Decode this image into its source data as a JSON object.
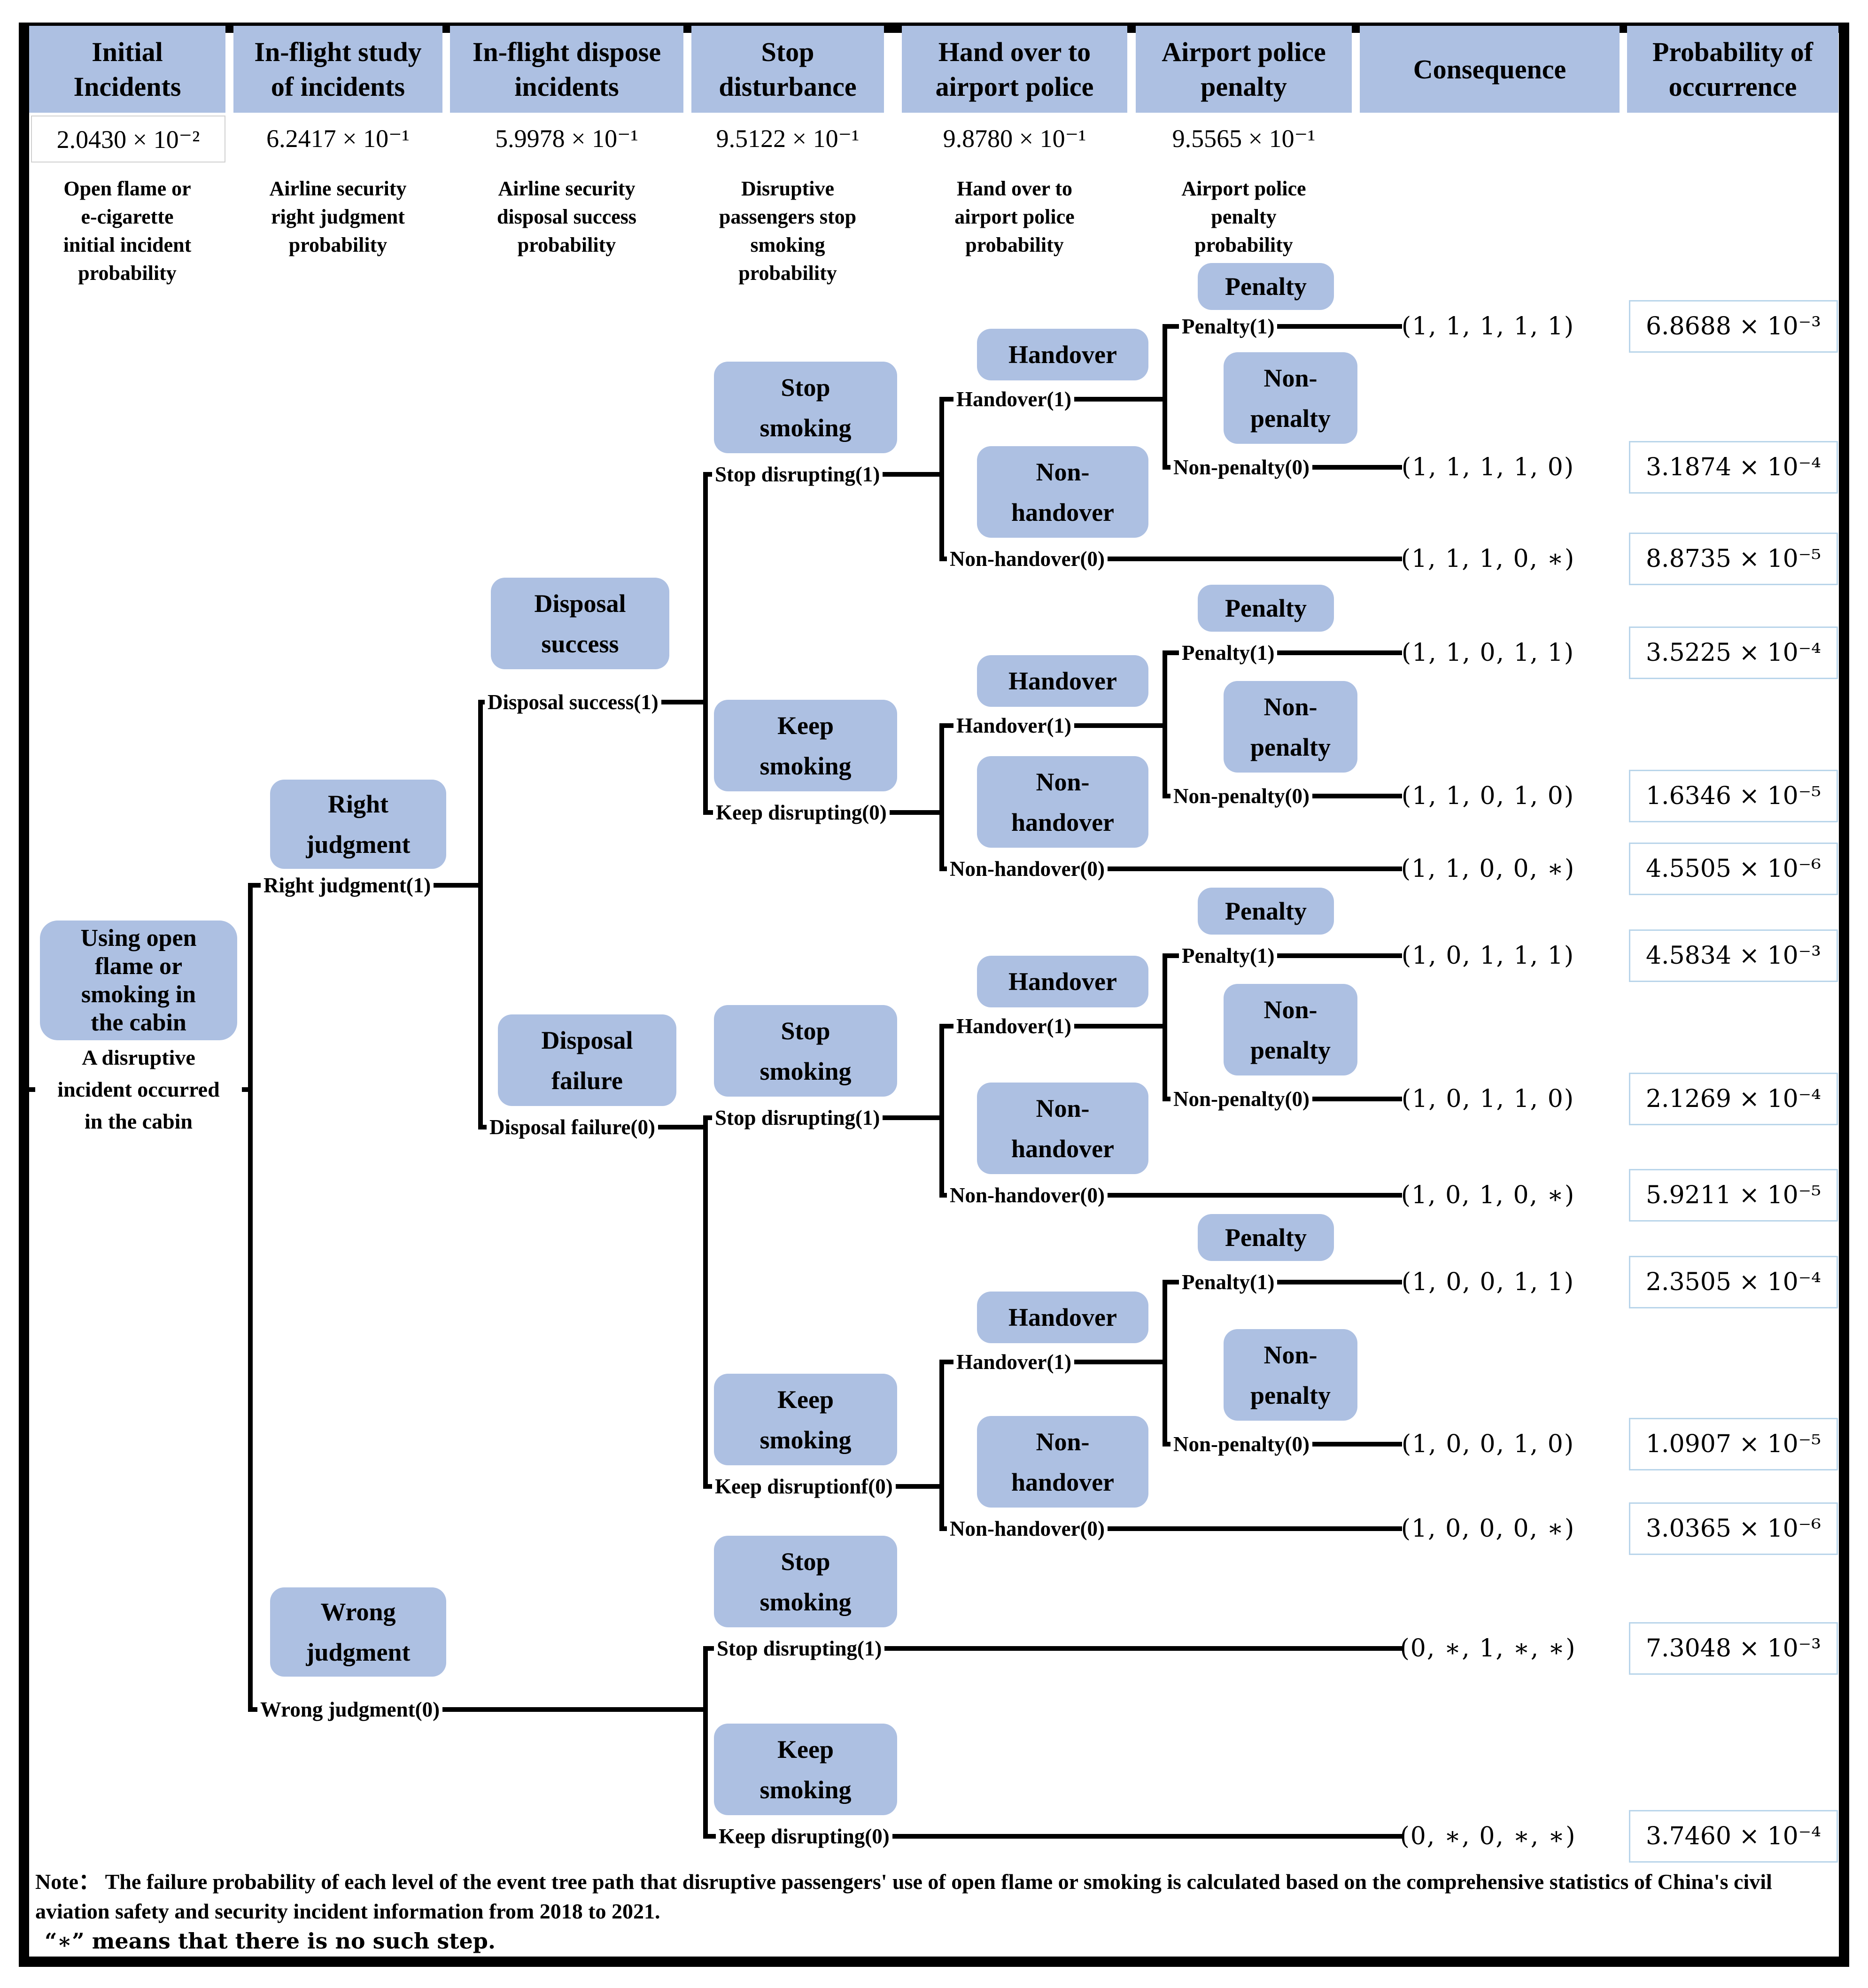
{
  "colors": {
    "pill_fill": "#adc0e2",
    "line": "#000000",
    "probability_box_border": "#b9d5ea",
    "value_box_border": "#d0d0d0"
  },
  "header": {
    "columns": [
      "Initial\nIncidents",
      "In-flight study\nof incidents",
      "In-flight dispose\nincidents",
      "Stop\ndisturbance",
      "Hand over to\nairport police",
      "Airport police\npenalty",
      "Consequence",
      "Probability of\noccurrence"
    ]
  },
  "levels": {
    "values": [
      "2.0430 × 10⁻²",
      "6.2417 × 10⁻¹",
      "5.9978 × 10⁻¹",
      "9.5122 × 10⁻¹",
      "9.8780 × 10⁻¹",
      "9.5565 × 10⁻¹"
    ],
    "descriptions": [
      "Open flame or\ne-cigarette\ninitial incident\nprobability",
      "Airline security\nright judgment\nprobability",
      "Airline security\ndisposal success\nprobability",
      "Disruptive\npassengers stop\nsmoking\nprobability",
      "Hand over to\nairport police\nprobability",
      "Airport police\npenalty\nprobability"
    ]
  },
  "root": {
    "label": "Using open\nflame or\nsmoking in\nthe cabin",
    "caption": "A disruptive\nincident occurred\nin the cabin"
  },
  "pills": {
    "right_judgment": "Right\njudgment",
    "wrong_judgment": "Wrong\njudgment",
    "disposal_success": "Disposal\nsuccess",
    "disposal_failure": "Disposal\nfailure",
    "stop_smoking": "Stop\nsmoking",
    "keep_smoking": "Keep\nsmoking",
    "handover": "Handover",
    "non_handover": "Non-\nhandover",
    "penalty": "Penalty",
    "non_penalty": "Non-\npenalty"
  },
  "branches": {
    "right_judgment": "Right judgment(1)",
    "wrong_judgment": "Wrong judgment(0)",
    "disposal_success": "Disposal success(1)",
    "disposal_failure": "Disposal failure(0)",
    "stop_disrupting": "Stop disrupting(1)",
    "keep_disrupting": "Keep disrupting(0)",
    "keep_disruptionf": "Keep disruptionf(0)",
    "handover": "Handover(1)",
    "non_handover": "Non-handover(0)",
    "penalty": "Penalty(1)",
    "non_penalty": "Non-penalty(0)"
  },
  "rows": [
    {
      "consequence": "(1, 1, 1, 1, 1)",
      "probability": "6.8688 × 10⁻³"
    },
    {
      "consequence": "(1, 1, 1, 1, 0)",
      "probability": "3.1874 × 10⁻⁴"
    },
    {
      "consequence": "(1, 1, 1, 0, ∗)",
      "probability": "8.8735 × 10⁻⁵"
    },
    {
      "consequence": "(1, 1, 0, 1, 1)",
      "probability": "3.5225 × 10⁻⁴"
    },
    {
      "consequence": "(1, 1, 0, 1, 0)",
      "probability": "1.6346 × 10⁻⁵"
    },
    {
      "consequence": "(1, 1, 0, 0, ∗)",
      "probability": "4.5505 × 10⁻⁶"
    },
    {
      "consequence": "(1, 0, 1, 1, 1)",
      "probability": "4.5834 × 10⁻³"
    },
    {
      "consequence": "(1, 0, 1, 1, 0)",
      "probability": "2.1269 × 10⁻⁴"
    },
    {
      "consequence": "(1, 0, 1, 0, ∗)",
      "probability": "5.9211 × 10⁻⁵"
    },
    {
      "consequence": "(1, 0, 0, 1, 1)",
      "probability": "2.3505 × 10⁻⁴"
    },
    {
      "consequence": "(1, 0, 0, 1, 0)",
      "probability": "1.0907 × 10⁻⁵"
    },
    {
      "consequence": "(1, 0, 0, 0, ∗)",
      "probability": "3.0365 × 10⁻⁶"
    },
    {
      "consequence": "(0, ∗, 1, ∗, ∗)",
      "probability": "7.3048 × 10⁻³"
    },
    {
      "consequence": "(0, ∗, 0, ∗, ∗)",
      "probability": "3.7460 × 10⁻⁴"
    }
  ],
  "note": {
    "body": "Note：  The failure probability of each level of the event tree path that disruptive passengers' use of open flame or smoking is calculated based on the comprehensive statistics of China's civil aviation safety and security incident information from 2018 to 2021.",
    "star": "“∗”  means that there is no such step."
  }
}
